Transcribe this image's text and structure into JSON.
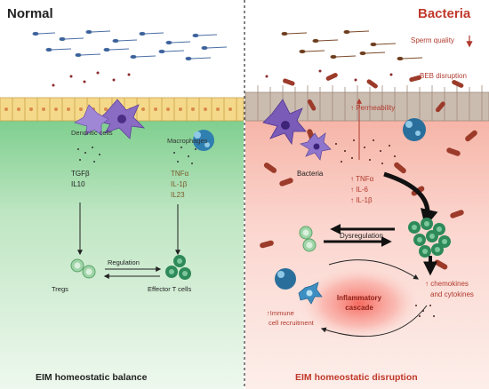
{
  "left": {
    "title": "Normal",
    "dendritic": "Dendritic cells",
    "macrophages": "Macrophages",
    "cytokines_left": [
      "TGFβ",
      "IL10"
    ],
    "cytokines_right": [
      "TNFα",
      "IL-1β",
      "IL23"
    ],
    "tregs": "Tregs",
    "regulation": "Regulation",
    "effector": "Effector T cells",
    "footer": "EIM homeostatic balance"
  },
  "right": {
    "title": "Bacteria",
    "sperm_quality": "Sperm quality",
    "beb": "BEB disruption",
    "permeability": "↑ Permeability",
    "bacteria_label": "Bacteria",
    "cytokines": [
      "↑ TNFα",
      "↑ IL-6",
      "↑ IL-1β"
    ],
    "dysregulation": "Dysregulation",
    "chemokines": [
      "↑ chemokines",
      "and cytokines"
    ],
    "cascade": [
      "Inflammatory",
      "cascade"
    ],
    "recruitment": [
      "↑Immune",
      "cell recruitment"
    ],
    "footer": "EIM homeostatic disruption"
  },
  "colors": {
    "green_bg": "#d9efd9",
    "red_bg": "#fbe0dc",
    "red_text": "#c0392b",
    "dark_text": "#222222"
  }
}
